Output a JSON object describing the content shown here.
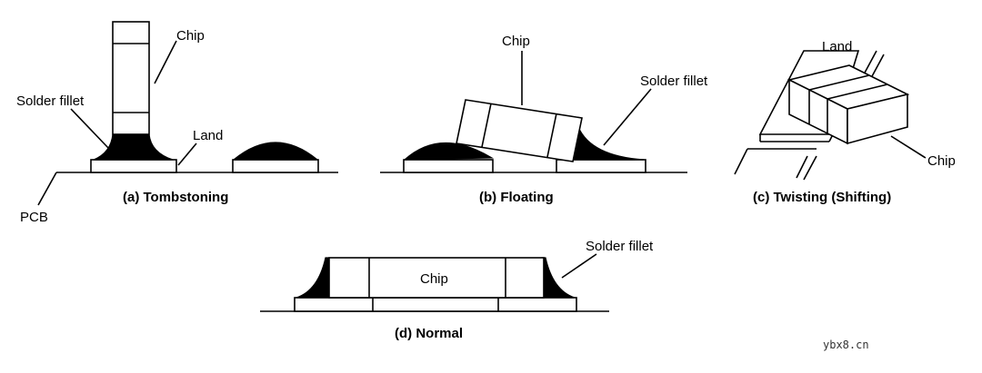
{
  "labels": {
    "chip": "Chip",
    "land": "Land",
    "solder_fillet": "Solder fillet",
    "pcb": "PCB"
  },
  "captions": {
    "a": "(a) Tombstoning",
    "b": "(b) Floating",
    "c": "(c) Twisting (Shifting)",
    "d": "(d) Normal"
  },
  "watermark": "ybx8.cn"
}
